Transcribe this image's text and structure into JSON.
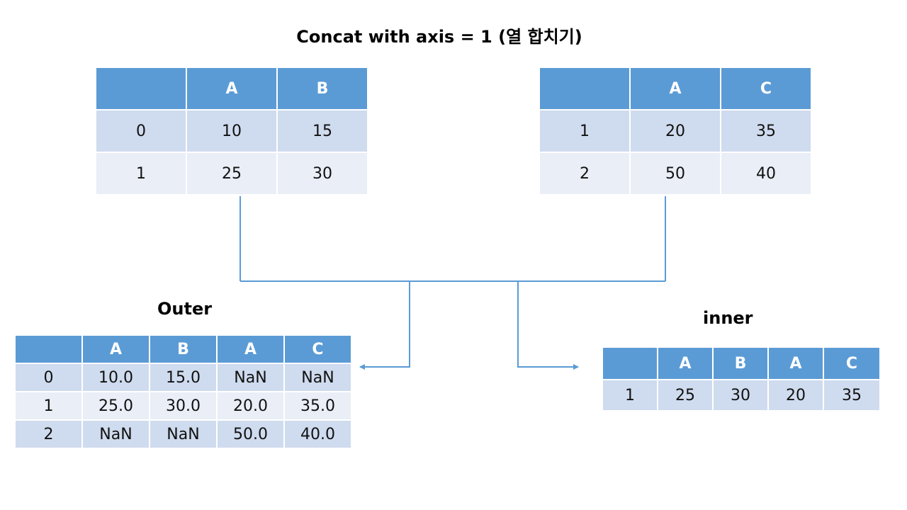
{
  "title": "Concat with axis = 1 (열 합치기)",
  "left_table": {
    "headers": [
      "",
      "A",
      "B"
    ],
    "rows": [
      [
        "0",
        "10",
        "15"
      ],
      [
        "1",
        "25",
        "30"
      ]
    ]
  },
  "right_table": {
    "headers": [
      "",
      "A",
      "C"
    ],
    "rows": [
      [
        "1",
        "20",
        "35"
      ],
      [
        "2",
        "50",
        "40"
      ]
    ]
  },
  "outer": {
    "label": "Outer",
    "headers": [
      "",
      "A",
      "B",
      "A",
      "C"
    ],
    "rows": [
      [
        "0",
        "10.0",
        "15.0",
        "NaN",
        "NaN"
      ],
      [
        "1",
        "25.0",
        "30.0",
        "20.0",
        "35.0"
      ],
      [
        "2",
        "NaN",
        "NaN",
        "50.0",
        "40.0"
      ]
    ]
  },
  "inner": {
    "label": "inner",
    "headers": [
      "",
      "A",
      "B",
      "A",
      "C"
    ],
    "rows": [
      [
        "1",
        "25",
        "30",
        "20",
        "35"
      ]
    ]
  },
  "colors": {
    "header": "#5b9bd5",
    "row_odd": "#cfdbee",
    "row_even": "#e9eef7",
    "connector": "#5b9bd5"
  }
}
